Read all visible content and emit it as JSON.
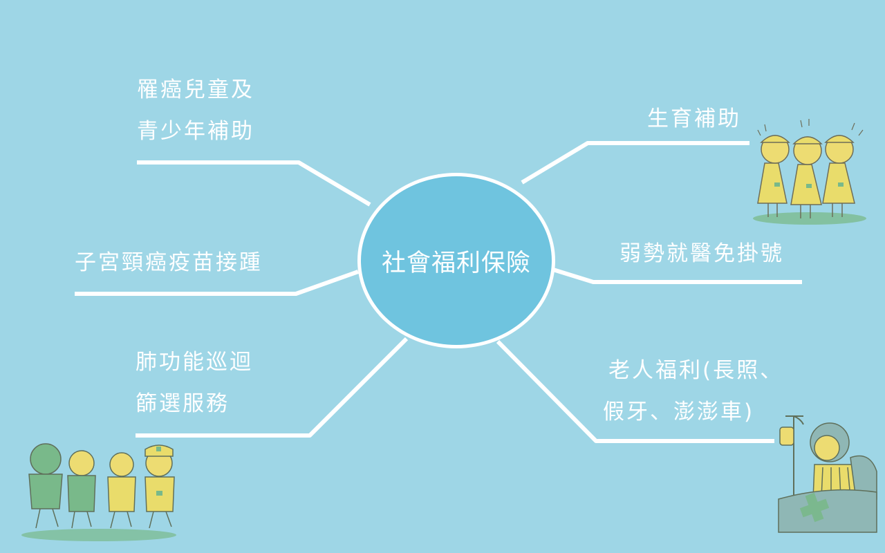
{
  "diagram": {
    "center": {
      "label": "社會福利保險"
    },
    "branches": [
      {
        "id": "childhood-cancer",
        "lines": [
          "罹癌兒童及",
          "青少年補助"
        ]
      },
      {
        "id": "hpv-vaccine",
        "lines": [
          "子宮頸癌疫苗接踵"
        ]
      },
      {
        "id": "lung-screening",
        "lines": [
          "肺功能巡迴",
          "篩選服務"
        ]
      },
      {
        "id": "birth-subsidy",
        "lines": [
          "生育補助"
        ]
      },
      {
        "id": "disadvantaged-medical",
        "lines": [
          "弱勢就醫免掛號"
        ]
      },
      {
        "id": "elderly-welfare",
        "lines": [
          "老人福利(長照、",
          "假牙、澎澎車)"
        ]
      }
    ]
  },
  "colors": {
    "background": "#9ed6e6",
    "hub_fill": "#6fc4df",
    "line": "#ffffff",
    "text": "#ffffff",
    "illustration_yellow": "#e9dc6b",
    "illustration_green": "#79b98a"
  },
  "illustrations": [
    {
      "name": "three-nurses-saluting-illustration"
    },
    {
      "name": "group-walking-illustration"
    },
    {
      "name": "elderly-patient-in-bed-illustration"
    }
  ]
}
